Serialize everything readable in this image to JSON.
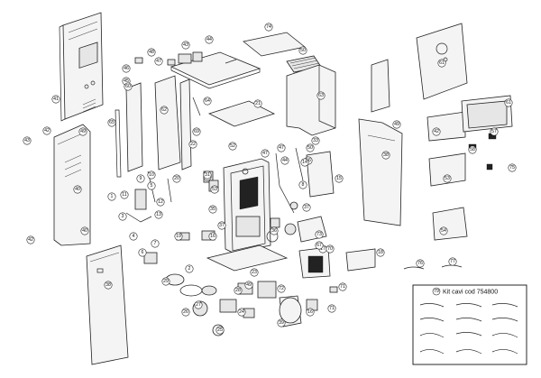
{
  "diagram": {
    "kit_box": {
      "number": "79",
      "text": "Kit cavi cod 754800"
    },
    "callouts": [
      "41",
      "42",
      "43",
      "40",
      "42",
      "49",
      "48",
      "47",
      "46",
      "45",
      "43",
      "44",
      "64",
      "60",
      "62",
      "65",
      "74",
      "69",
      "50",
      "63",
      "61",
      "61",
      "21",
      "47",
      "47",
      "44",
      "52",
      "50",
      "33",
      "56",
      "49",
      "8",
      "37",
      "15",
      "38",
      "42",
      "53",
      "54",
      "58",
      "57",
      "75",
      "22",
      "52",
      "53",
      "2",
      "20",
      "16",
      "17",
      "18",
      "76",
      "77",
      "38",
      "5",
      "1",
      "3",
      "4",
      "7",
      "6",
      "31",
      "35",
      "37",
      "19",
      "67",
      "70",
      "71",
      "39",
      "23",
      "29",
      "25",
      "26",
      "27",
      "28",
      "24",
      "11",
      "9",
      "10",
      "13",
      "12",
      "71",
      "72",
      "73",
      "14",
      "36",
      "16",
      "40",
      "49"
    ]
  }
}
